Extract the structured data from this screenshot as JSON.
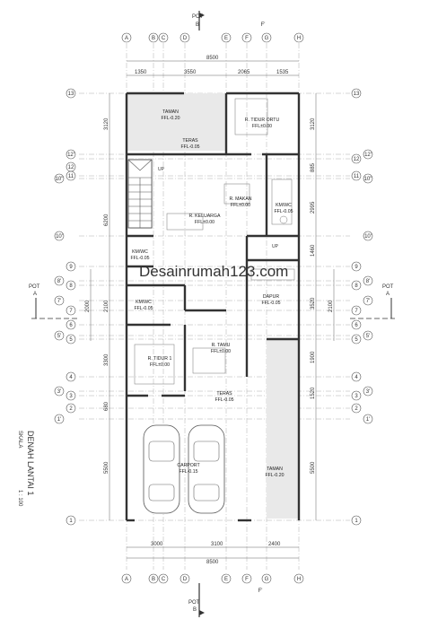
{
  "grid": {
    "columns": [
      "A",
      "B",
      "C",
      "D",
      "E",
      "F",
      "G",
      "H"
    ],
    "rows": [
      "13",
      "12'",
      "12",
      "11",
      "10''",
      "10'",
      "9",
      "8'",
      "8",
      "7'",
      "7",
      "6",
      "5'",
      "5",
      "4",
      "3'",
      "3",
      "2",
      "1'",
      "1"
    ],
    "row_labels_left": [
      "13",
      "12'",
      "12",
      "11",
      "10\"",
      "10'",
      "9",
      "8'",
      "8",
      "7'",
      "7",
      "6",
      "5'",
      "5",
      "4",
      "3'",
      "3",
      "2",
      "1'",
      "1"
    ],
    "row_labels_right": [
      "13",
      "12'",
      "12",
      "11",
      "10\"",
      "10'",
      "9",
      "8'",
      "8",
      "7'",
      "7",
      "6",
      "5'",
      "5",
      "4",
      "3'",
      "3",
      "2",
      "1'",
      "1"
    ]
  },
  "section_markers": {
    "top": {
      "name": "POT",
      "id": "B"
    },
    "bottom": {
      "name": "POT",
      "id": "B"
    },
    "left": {
      "name": "POT",
      "id": "A"
    },
    "right": {
      "name": "POT",
      "id": "A"
    },
    "f_top": "F'",
    "f_bottom": "F'"
  },
  "dimensions": {
    "top_total": "8500",
    "top_parts": [
      "1350",
      "3550",
      "2065",
      "1535"
    ],
    "bottom_total": "8500",
    "bottom_parts": [
      "3000",
      "3100",
      "2400"
    ],
    "left": [
      "3120",
      "6200",
      "2100",
      "3300",
      "680",
      "5500"
    ],
    "left_inner": [
      "2000"
    ],
    "right": [
      "3120",
      "885",
      "2995",
      "1460",
      "3520",
      "1900",
      "1520",
      "5500"
    ],
    "right_outer": [
      "2100"
    ]
  },
  "rooms": {
    "taman_top": {
      "name": "TAMAN",
      "ffl": "FFL-0.20"
    },
    "teras_top": {
      "name": "TERAS",
      "ffl": "FFL-0.05"
    },
    "tidur_ortu": {
      "name": "R. TIDUR ORTU",
      "ffl": "FFL±0.00"
    },
    "makan": {
      "name": "R. MAKAN",
      "ffl": "FFL±0.00"
    },
    "keluarga": {
      "name": "R. KELUARGA",
      "ffl": "FFL±0.00"
    },
    "kmwc_right": {
      "name": "KM/WC",
      "ffl": "FFL-0.05"
    },
    "kmwc_left": {
      "name": "KM/WC",
      "ffl": "FFL-0.05"
    },
    "kmwc_mid": {
      "name": "KM/WC",
      "ffl": "FFL-0.05"
    },
    "dapur": {
      "name": "DAPUR",
      "ffl": "FFL-0.05"
    },
    "tidur1": {
      "name": "R. TIDUR 1",
      "ffl": "FFL±0.00"
    },
    "tamu": {
      "name": "R. TAMU",
      "ffl": "FFL±0.00"
    },
    "teras_bottom": {
      "name": "TERAS",
      "ffl": "FFL-0.05"
    },
    "carport": {
      "name": "CARPORT",
      "ffl": "FFL-0.15"
    },
    "taman_bottom": {
      "name": "TAMAN",
      "ffl": "FFL-0.20"
    },
    "up_top": "UP",
    "up_mid": "UP"
  },
  "title": {
    "name": "DENAH LANTAI 1",
    "scale_label": "SKALA",
    "scale_value": "1 : 100"
  },
  "watermark": "Desainrumah123.com"
}
